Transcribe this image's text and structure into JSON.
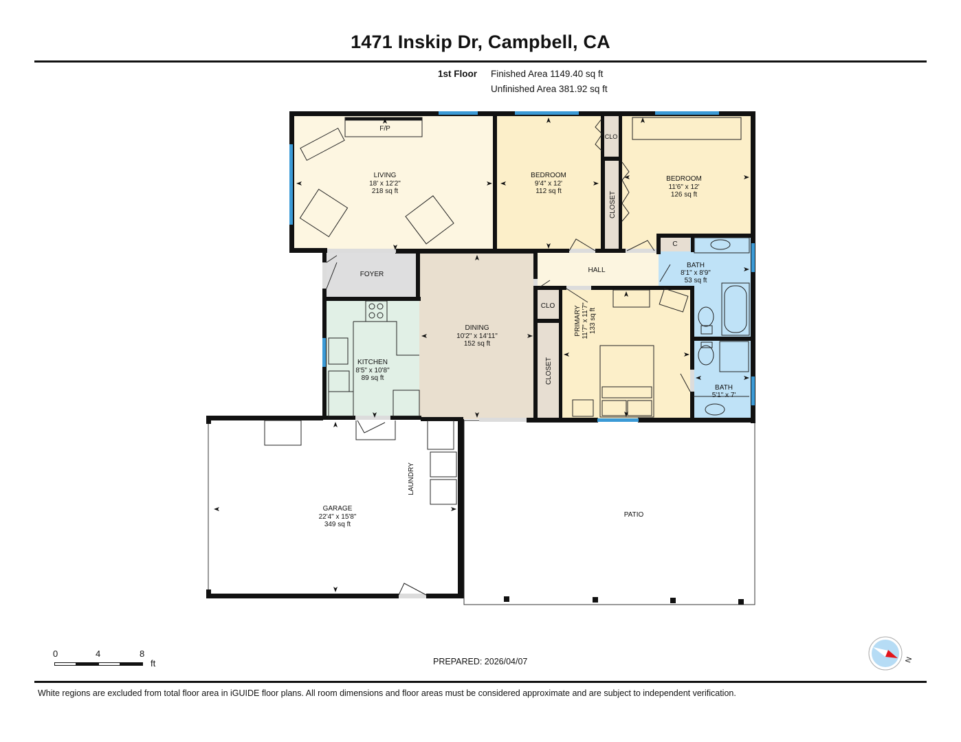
{
  "header": {
    "title": "1471 Inskip Dr, Campbell, CA",
    "floor_label": "1st Floor",
    "finished_area": "Finished Area 1149.40 sq ft",
    "unfinished_area": "Unfinished Area 381.92 sq ft"
  },
  "colors": {
    "wall": "#111111",
    "window": "#3b9ad6",
    "living_fill": "#fdf6e1",
    "bedroom_fill": "#fcefc9",
    "bath_fill": "#bfe2f7",
    "kitchen_fill": "#e1f0e6",
    "dining_fill": "#e9dfcf",
    "foyer_fill": "#dededf",
    "closet_fill": "#e7ded2",
    "hall_fill": "#fcf5e0",
    "unfinished_fill": "#ffffff",
    "compass_face": "#b6dcf5",
    "compass_needle": "#e3141b"
  },
  "rooms": {
    "living": {
      "name": "LIVING",
      "dims": "18' x 12'2\"",
      "area": "218 sq ft"
    },
    "fireplace": {
      "name": "F/P"
    },
    "bedroom1": {
      "name": "BEDROOM",
      "dims": "9'4\" x 12'",
      "area": "112 sq ft"
    },
    "clo_top": {
      "name": "CLO"
    },
    "closet_mid": {
      "name": "CLOSET"
    },
    "bedroom2": {
      "name": "BEDROOM",
      "dims": "11'6\" x 12'",
      "area": "126 sq ft"
    },
    "foyer": {
      "name": "FOYER"
    },
    "hall": {
      "name": "HALL"
    },
    "c_closet": {
      "name": "C"
    },
    "bath1": {
      "name": "BATH",
      "dims": "8'1\" x 8'9\"",
      "area": "53 sq ft"
    },
    "kitchen": {
      "name": "KITCHEN",
      "dims": "8'5\" x 10'8\"",
      "area": "89 sq ft"
    },
    "dining": {
      "name": "DINING",
      "dims": "10'2\" x 14'11\"",
      "area": "152 sq ft"
    },
    "clo_primary": {
      "name": "CLO"
    },
    "closet_primary": {
      "name": "CLOSET"
    },
    "primary": {
      "name": "PRIMARY",
      "dims": "11'7\" x 11'7\"",
      "area": "133 sq ft"
    },
    "bath2": {
      "name": "BATH",
      "dims": "5'1\" x 7'"
    },
    "garage": {
      "name": "GARAGE",
      "dims": "22'4\" x 15'8\"",
      "area": "349 sq ft"
    },
    "laundry": {
      "name": "LAUNDRY"
    },
    "patio": {
      "name": "PATIO"
    }
  },
  "scale_bar": {
    "ticks": [
      "0",
      "4",
      "8"
    ],
    "unit": "ft"
  },
  "compass": {
    "label": "N"
  },
  "footer": {
    "prepared": "PREPARED: 2026/04/07",
    "disclaimer": "White regions are excluded from total floor area in iGUIDE floor plans. All room dimensions and floor areas must be considered approximate and are subject to independent verification."
  }
}
